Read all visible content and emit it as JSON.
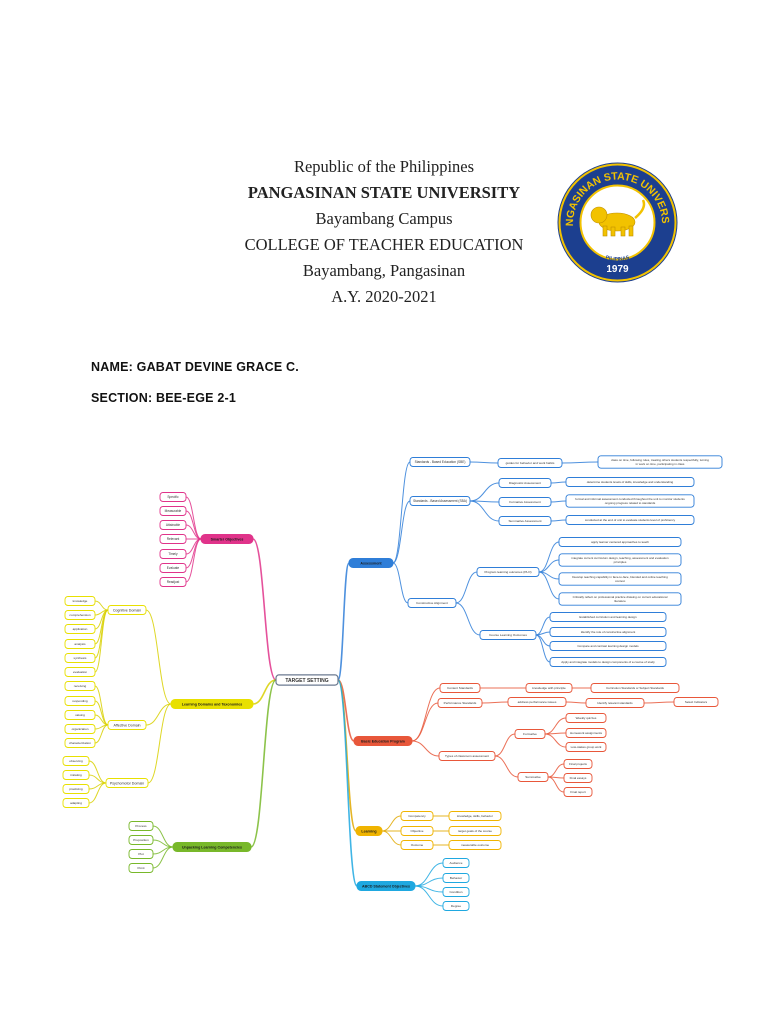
{
  "header": {
    "line1": "Republic of the Philippines",
    "line2": "PANGASINAN STATE UNIVERSITY",
    "line3": "Bayambang Campus",
    "line4": "COLLEGE OF TEACHER EDUCATION",
    "line5": "Bayambang, Pangasinan",
    "line6": "A.Y. 2020-2021"
  },
  "seal": {
    "arc_top": "PANGASINAN STATE UNIVERSITY",
    "arc_bottom": "PILIPINAS",
    "year": "1979",
    "colors": {
      "ring": "#1c3f8f",
      "gold": "#f2c200",
      "white": "#ffffff"
    }
  },
  "student": {
    "name": "NAME: GABAT DEVINE GRACE C.",
    "section": "SECTION: BEE-EGE 2-1"
  },
  "mindmap": {
    "center": "TARGET SETTING",
    "colors": {
      "smarter": "#e0338a",
      "domains": "#e8e000",
      "unpacking": "#78b82a",
      "assessment": "#2f7ed8",
      "bep": "#e8573a",
      "learning": "#f0b400",
      "abcd": "#1fa8e0"
    },
    "left": {
      "smarter": {
        "label": "Smarter Objectives",
        "items": [
          "Specific",
          "Measurable",
          "Attainable",
          "Relevant",
          "Timely",
          "Evaluate",
          "Readjust"
        ]
      },
      "domains": {
        "label": "Learning Domains and Taxonomies",
        "cognitive": {
          "label": "Cognitive Domain",
          "items": [
            "knowledge",
            "comprehension",
            "application",
            "analysis",
            "synthesis",
            "evaluation"
          ]
        },
        "affective": {
          "label": "Affective Domain",
          "items": [
            "receiving",
            "responding",
            "valuing",
            "organization",
            "characterization"
          ]
        },
        "psychomotor": {
          "label": "Psychomotor Domain",
          "items": [
            "observing",
            "imitating",
            "practicing",
            "adapting"
          ]
        }
      },
      "unpacking": {
        "label": "Unpacking Learning Competencies",
        "items": [
          "Process",
          "Preposition",
          "Plot",
          "Point"
        ]
      }
    },
    "right": {
      "assessment": {
        "label": "Assessment",
        "sbe": {
          "label": "Standards - Based Education (SBE)",
          "child": "guides for behavior and work habits",
          "leaf": "class on time, following rules, treating others students respectfully, turning in work on time, participating in class"
        },
        "sba": {
          "label": "Standards - Based Assessment (SBA)",
          "items": [
            {
              "label": "Diagnostic Assessment",
              "leaf": "determine students levels of skills, knowledge and understanding"
            },
            {
              "label": "Formative Assessment",
              "leaf": "formal and informal assessment conducted throughout the unit to monitor students ongoing progress related to standards"
            },
            {
              "label": "Summative Assessment",
              "leaf": "conducted at the end of unit to evaluate students level of proficiency"
            }
          ]
        },
        "constructive": {
          "label": "Constructive Alignment",
          "plo": {
            "label": "Program learning outcomes (PLO)",
            "items": [
              "apply learner centered approaches to teach",
              "integrate current curriculum design, teaching, assessment and evaluation principles",
              "Develop teaching capability in face-to-face, blended and online teaching context",
              "Critically reflect on professional practice drawing on current educational literature"
            ]
          },
          "clo": {
            "label": "Course Learning Outcomes",
            "items": [
              "Established curriculum and learning design",
              "Identify the role of constructive alignment",
              "Compare and contrast learning design models",
              "Apply and integrate models to design components of a course of study"
            ]
          }
        }
      },
      "bep": {
        "label": "Basic Education Program",
        "content": {
          "label": "Content Standards",
          "child": "knowledge with principle",
          "leaf": "Curriculum Standards or Subject Standards"
        },
        "performance": {
          "label": "Performance Standards",
          "child": "address performance issues",
          "leaf": "Identify relevant standards",
          "leaf2": "Select Indicators"
        },
        "types": {
          "label": "Types of classroom assessment",
          "formative": {
            "label": "Formative",
            "items": [
              "Weekly quizzes",
              "Homework assignments",
              "Low-stakes group work"
            ]
          },
          "summative": {
            "label": "Summative",
            "items": [
              "Final projects",
              "Final essays",
              "Final report"
            ]
          }
        }
      },
      "learning": {
        "label": "Learning",
        "items": [
          {
            "label": "Competency",
            "leaf": "knowledge, skills, behavior"
          },
          {
            "label": "Objective",
            "leaf": "target goals of the course"
          },
          {
            "label": "Outcome",
            "leaf": "measurable outcome"
          }
        ]
      },
      "abcd": {
        "label": "ABCD Statement Objectives",
        "items": [
          "Audience",
          "Behavior",
          "Condition",
          "Degree"
        ]
      }
    }
  }
}
